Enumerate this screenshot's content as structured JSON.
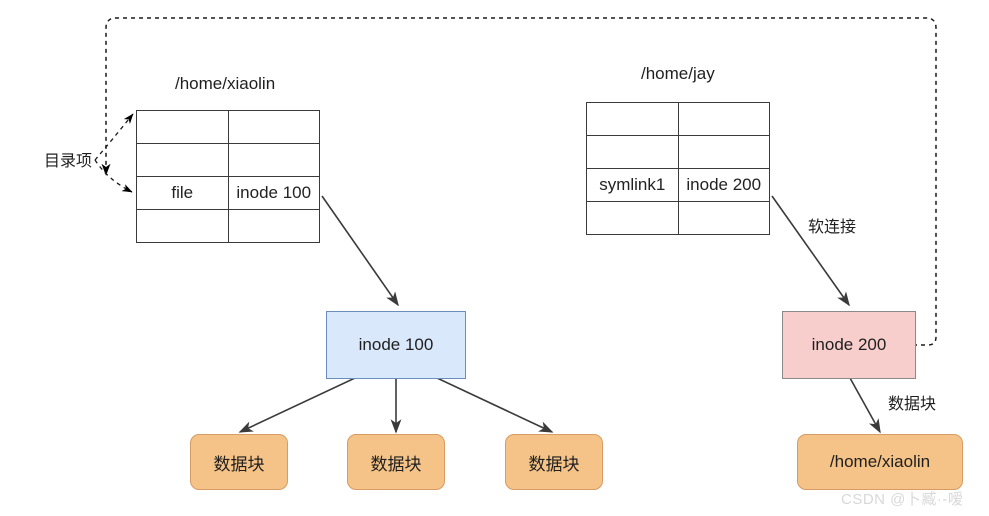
{
  "diagram": {
    "title_left": "/home/xiaolin",
    "title_right": "/home/jay",
    "left_table": {
      "rows": [
        {
          "name": "",
          "inode": ""
        },
        {
          "name": "",
          "inode": ""
        },
        {
          "name": "file",
          "inode": "inode 100"
        },
        {
          "name": "",
          "inode": ""
        }
      ]
    },
    "right_table": {
      "rows": [
        {
          "name": "",
          "inode": ""
        },
        {
          "name": "",
          "inode": ""
        },
        {
          "name": "symlink1",
          "inode": "inode 200"
        },
        {
          "name": "",
          "inode": ""
        }
      ]
    },
    "labels": {
      "dir_entry": "目录项",
      "soft_link": "软连接",
      "data_block_right": "数据块"
    },
    "inodes": {
      "left": "inode 100",
      "right": "inode 200"
    },
    "data_blocks": [
      "数据块",
      "数据块",
      "数据块"
    ],
    "target_path_box": "/home/xiaolin",
    "watermark": "CSDN @卜臧·-嗳",
    "colors": {
      "green": "#d5e8d4",
      "blue": "#dae8fc",
      "purple": "#d9d2e9",
      "red": "#f8cecc",
      "orange": "#f5c387",
      "stroke": "#3a3a3a"
    }
  }
}
